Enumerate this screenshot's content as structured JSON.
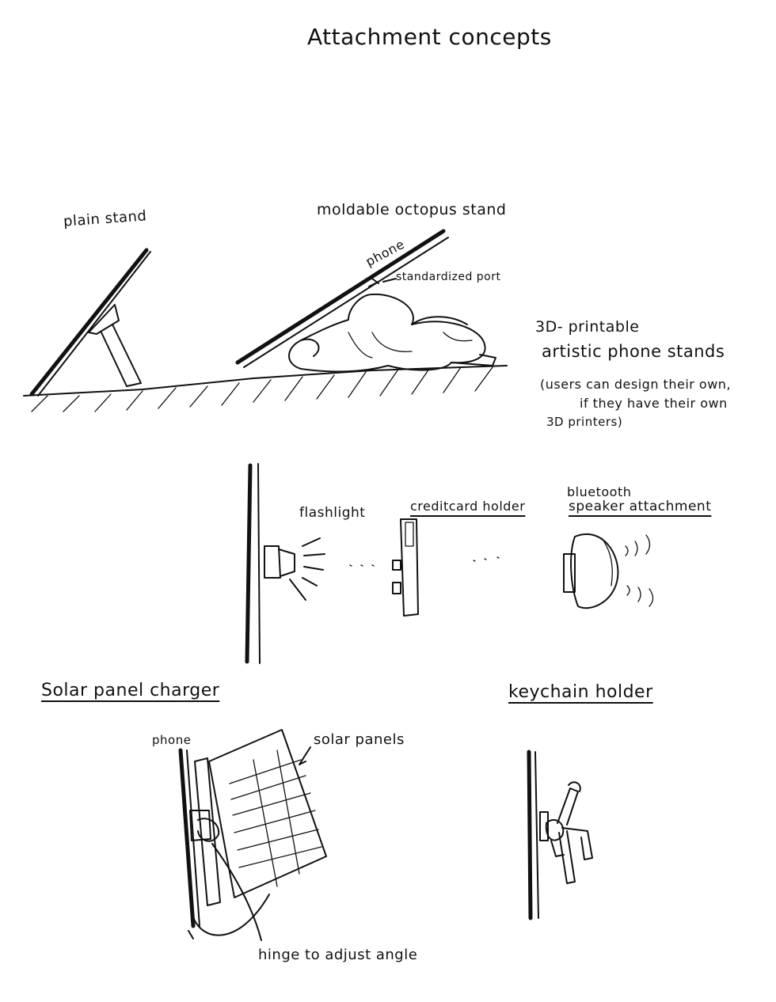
{
  "title": "Attachment concepts",
  "stands": {
    "plain_label": "plain stand",
    "octopus_label": "moldable octopus stand",
    "phone_label": "phone",
    "port_label": "standardized port",
    "note_line1": "3D- printable",
    "note_line2": "artistic phone stands",
    "note_line3": "(users can design their own,",
    "note_line4": "if they have their own",
    "note_line5": "3D printers)"
  },
  "attachments": {
    "flashlight_label": "flashlight",
    "creditcard_label": "creditcard holder",
    "speaker_line1": "bluetooth",
    "speaker_line2": "speaker attachment"
  },
  "solar": {
    "heading": "Solar panel charger",
    "phone_label": "phone",
    "panels_label": "solar panels",
    "hinge_label": "hinge to adjust angle"
  },
  "keychain": {
    "heading": "keychain holder"
  }
}
